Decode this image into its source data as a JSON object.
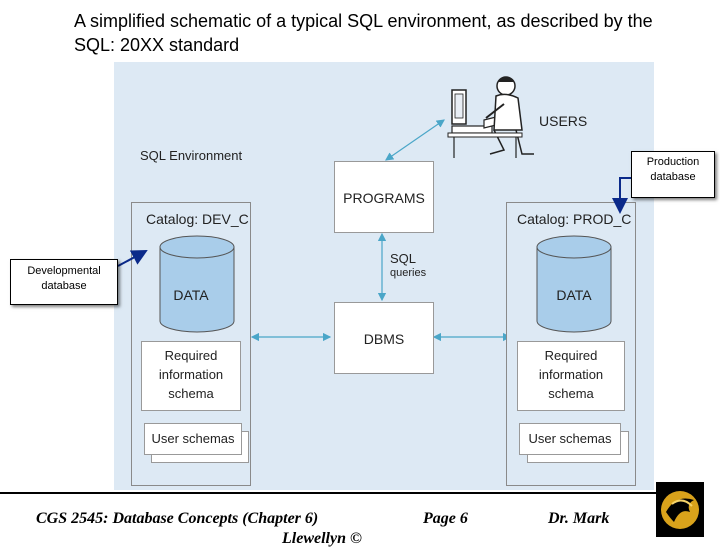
{
  "slide": {
    "title": "A simplified schematic of a typical SQL environment, as described by the SQL: 20XX standard"
  },
  "diagram": {
    "users_label": "USERS",
    "environment_label": "SQL Environment",
    "programs_label": "PROGRAMS",
    "dbms_label": "DBMS",
    "sql_queries_line1": "SQL",
    "sql_queries_line2": "queries",
    "left_catalog": {
      "label": "Catalog: DEV_C",
      "data_label": "DATA",
      "info_schema": [
        "Required",
        "information",
        "schema"
      ],
      "user_schemas": "User schemas"
    },
    "right_catalog": {
      "label": "Catalog: PROD_C",
      "data_label": "DATA",
      "info_schema": [
        "Required",
        "information",
        "schema"
      ],
      "user_schemas": "User schemas"
    }
  },
  "callouts": {
    "production": [
      "Production",
      "database"
    ],
    "developmental": [
      "Developmental",
      "database"
    ]
  },
  "footer": {
    "course": "CGS 2545: Database Concepts  (Chapter 6)",
    "page": "Page 6",
    "author": "Dr. Mark",
    "author_line2": "Llewellyn ©"
  },
  "colors": {
    "figure_bg": "#dde9f4",
    "cylinder": "#a9cdea",
    "arrow": "#4aa6c8",
    "callout_arrow": "#0b2a8a",
    "logo_gold": "#d9a21b"
  }
}
